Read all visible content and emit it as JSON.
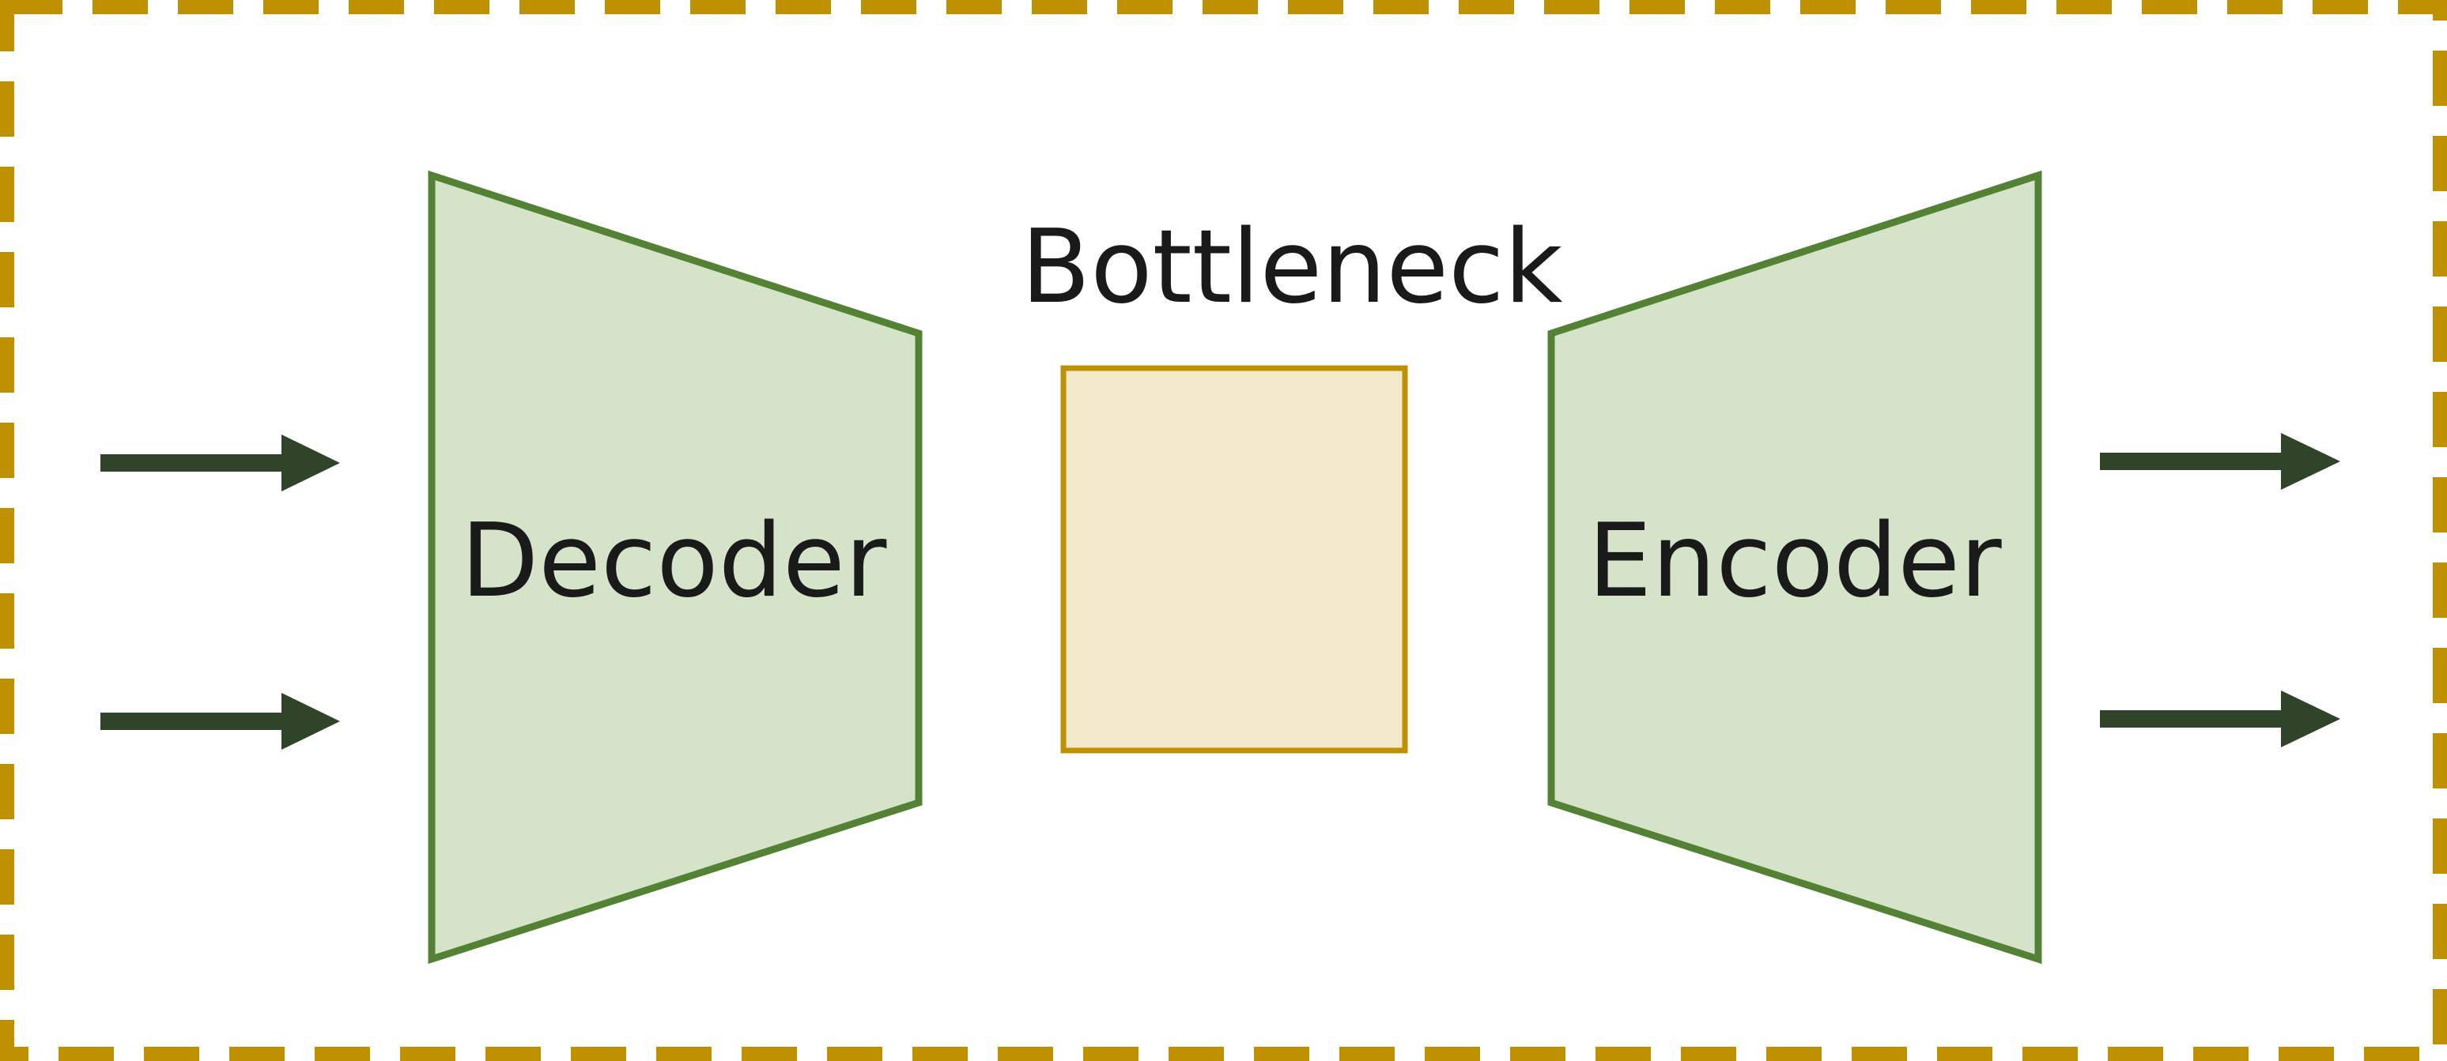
{
  "colors": {
    "frame_dash": "#BF9000",
    "trapezoid_fill": "#D5E4C8",
    "trapezoid_stroke": "#548235",
    "bottleneck_fill": "#F2E9CB",
    "bottleneck_stroke": "#BF9000",
    "arrow": "#2F4428",
    "text": "#1a1a1a",
    "background": "#FFFFFF"
  },
  "labels": {
    "decoder": "Decoder",
    "bottleneck": "Bottleneck",
    "encoder": "Encoder"
  }
}
